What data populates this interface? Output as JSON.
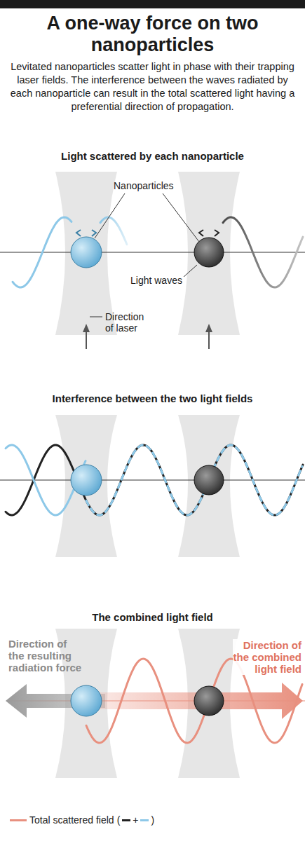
{
  "diagram": {
    "title": "A one-way force on two nanoparticles",
    "caption": "Levitated nanoparticles scatter light in phase with their trapping laser fields. The interference between the waves radiated by each nanoparticle can result in the total scattered light having a preferential direction of propagation.",
    "labels": [
      "Light scattered by each nanoparticle",
      "Nanoparticles",
      "Light waves",
      "Direction of laser",
      "Interference between the two light fields",
      "The combined light field",
      "Direction of the resulting radiation force",
      "Direction of the combined light field",
      "(",
      "+",
      ")"
    ],
    "legend": [
      {
        "text": "Total scattered field"
      }
    ]
  }
}
